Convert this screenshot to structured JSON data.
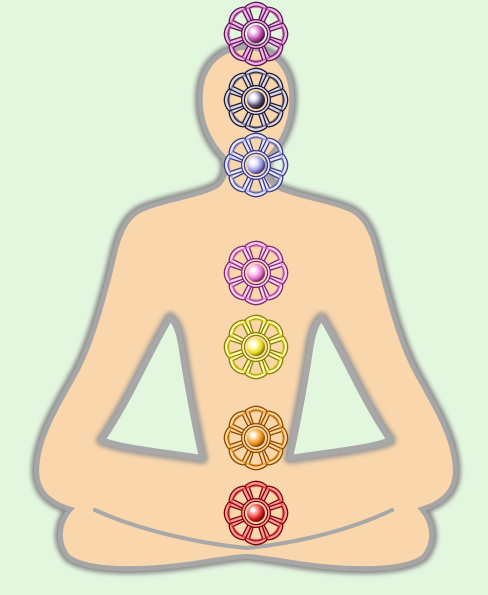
{
  "background_color": "#e3f6de",
  "figure": {
    "description_icon": "meditating-figure-silhouette",
    "body_color": "#f9d6ab",
    "outline_color": "#9a9a9a"
  },
  "chakras": [
    {
      "id": "crown",
      "color": "#b03a9c",
      "dark": "#5a1650",
      "light": "#f0b8ea",
      "icon": "chakra-wheel-icon"
    },
    {
      "id": "third-eye",
      "color": "#4c4466",
      "dark": "#1e1a30",
      "light": "#dcd8ec",
      "icon": "chakra-wheel-icon"
    },
    {
      "id": "throat",
      "color": "#8f8fd8",
      "dark": "#3c3c80",
      "light": "#e6e6ff",
      "icon": "chakra-wheel-icon"
    },
    {
      "id": "heart",
      "color": "#e06cc6",
      "dark": "#7a2a6a",
      "light": "#ffd0f4",
      "icon": "chakra-wheel-icon"
    },
    {
      "id": "solar-plexus",
      "color": "#e6d81a",
      "dark": "#8a7e00",
      "light": "#fffab0",
      "icon": "chakra-wheel-icon"
    },
    {
      "id": "sacral",
      "color": "#ec8a10",
      "dark": "#8a4a00",
      "light": "#ffd49a",
      "icon": "chakra-wheel-icon"
    },
    {
      "id": "root",
      "color": "#d81c1c",
      "dark": "#7a0606",
      "light": "#ff9a9a",
      "icon": "chakra-wheel-icon"
    }
  ]
}
